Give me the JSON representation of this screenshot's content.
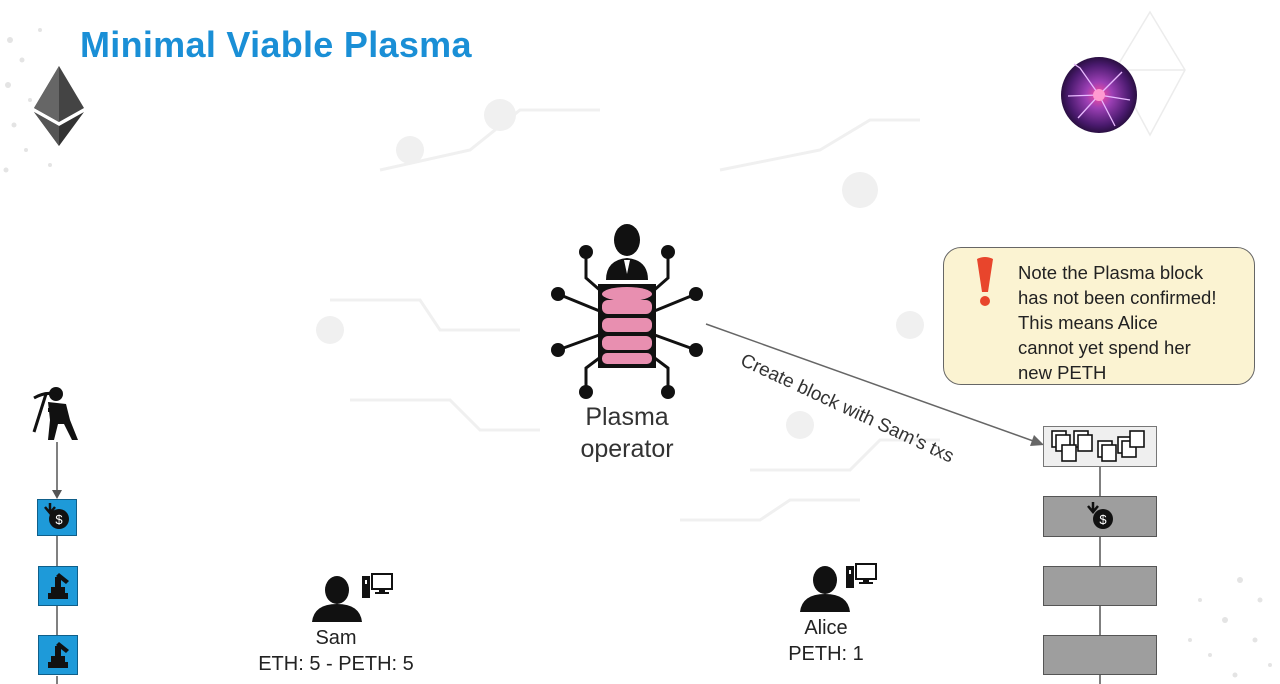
{
  "title": "Minimal Viable Plasma",
  "operator": {
    "label": "Plasma operator"
  },
  "arrow": {
    "label": "Create block with Sam's txs"
  },
  "callout": {
    "lines": [
      "Note the Plasma block",
      "has not been confirmed!",
      "This means Alice",
      "cannot yet spend her",
      "new PETH"
    ]
  },
  "users": {
    "sam": {
      "name": "Sam",
      "balance": "ETH: 5 - PETH: 5"
    },
    "alice": {
      "name": "Alice",
      "balance": "PETH: 1"
    }
  },
  "colors": {
    "title": "#1a8fd6",
    "root_chain_block": "#1e9ad9",
    "plasma_block": "#9e9e9e",
    "callout_bg": "#fbf3d2",
    "alert": "#e8452c",
    "database": "#e88fb0"
  },
  "icons": {
    "logo": "ethereum-diamond-icon",
    "plasma_ball": "plasma-ball-icon",
    "miner": "miner-icon",
    "deposit": "deposit-coin-icon",
    "contract": "stamp-icon",
    "user": "user-computer-icon",
    "txs": "documents-icon",
    "alert": "exclamation-icon"
  }
}
